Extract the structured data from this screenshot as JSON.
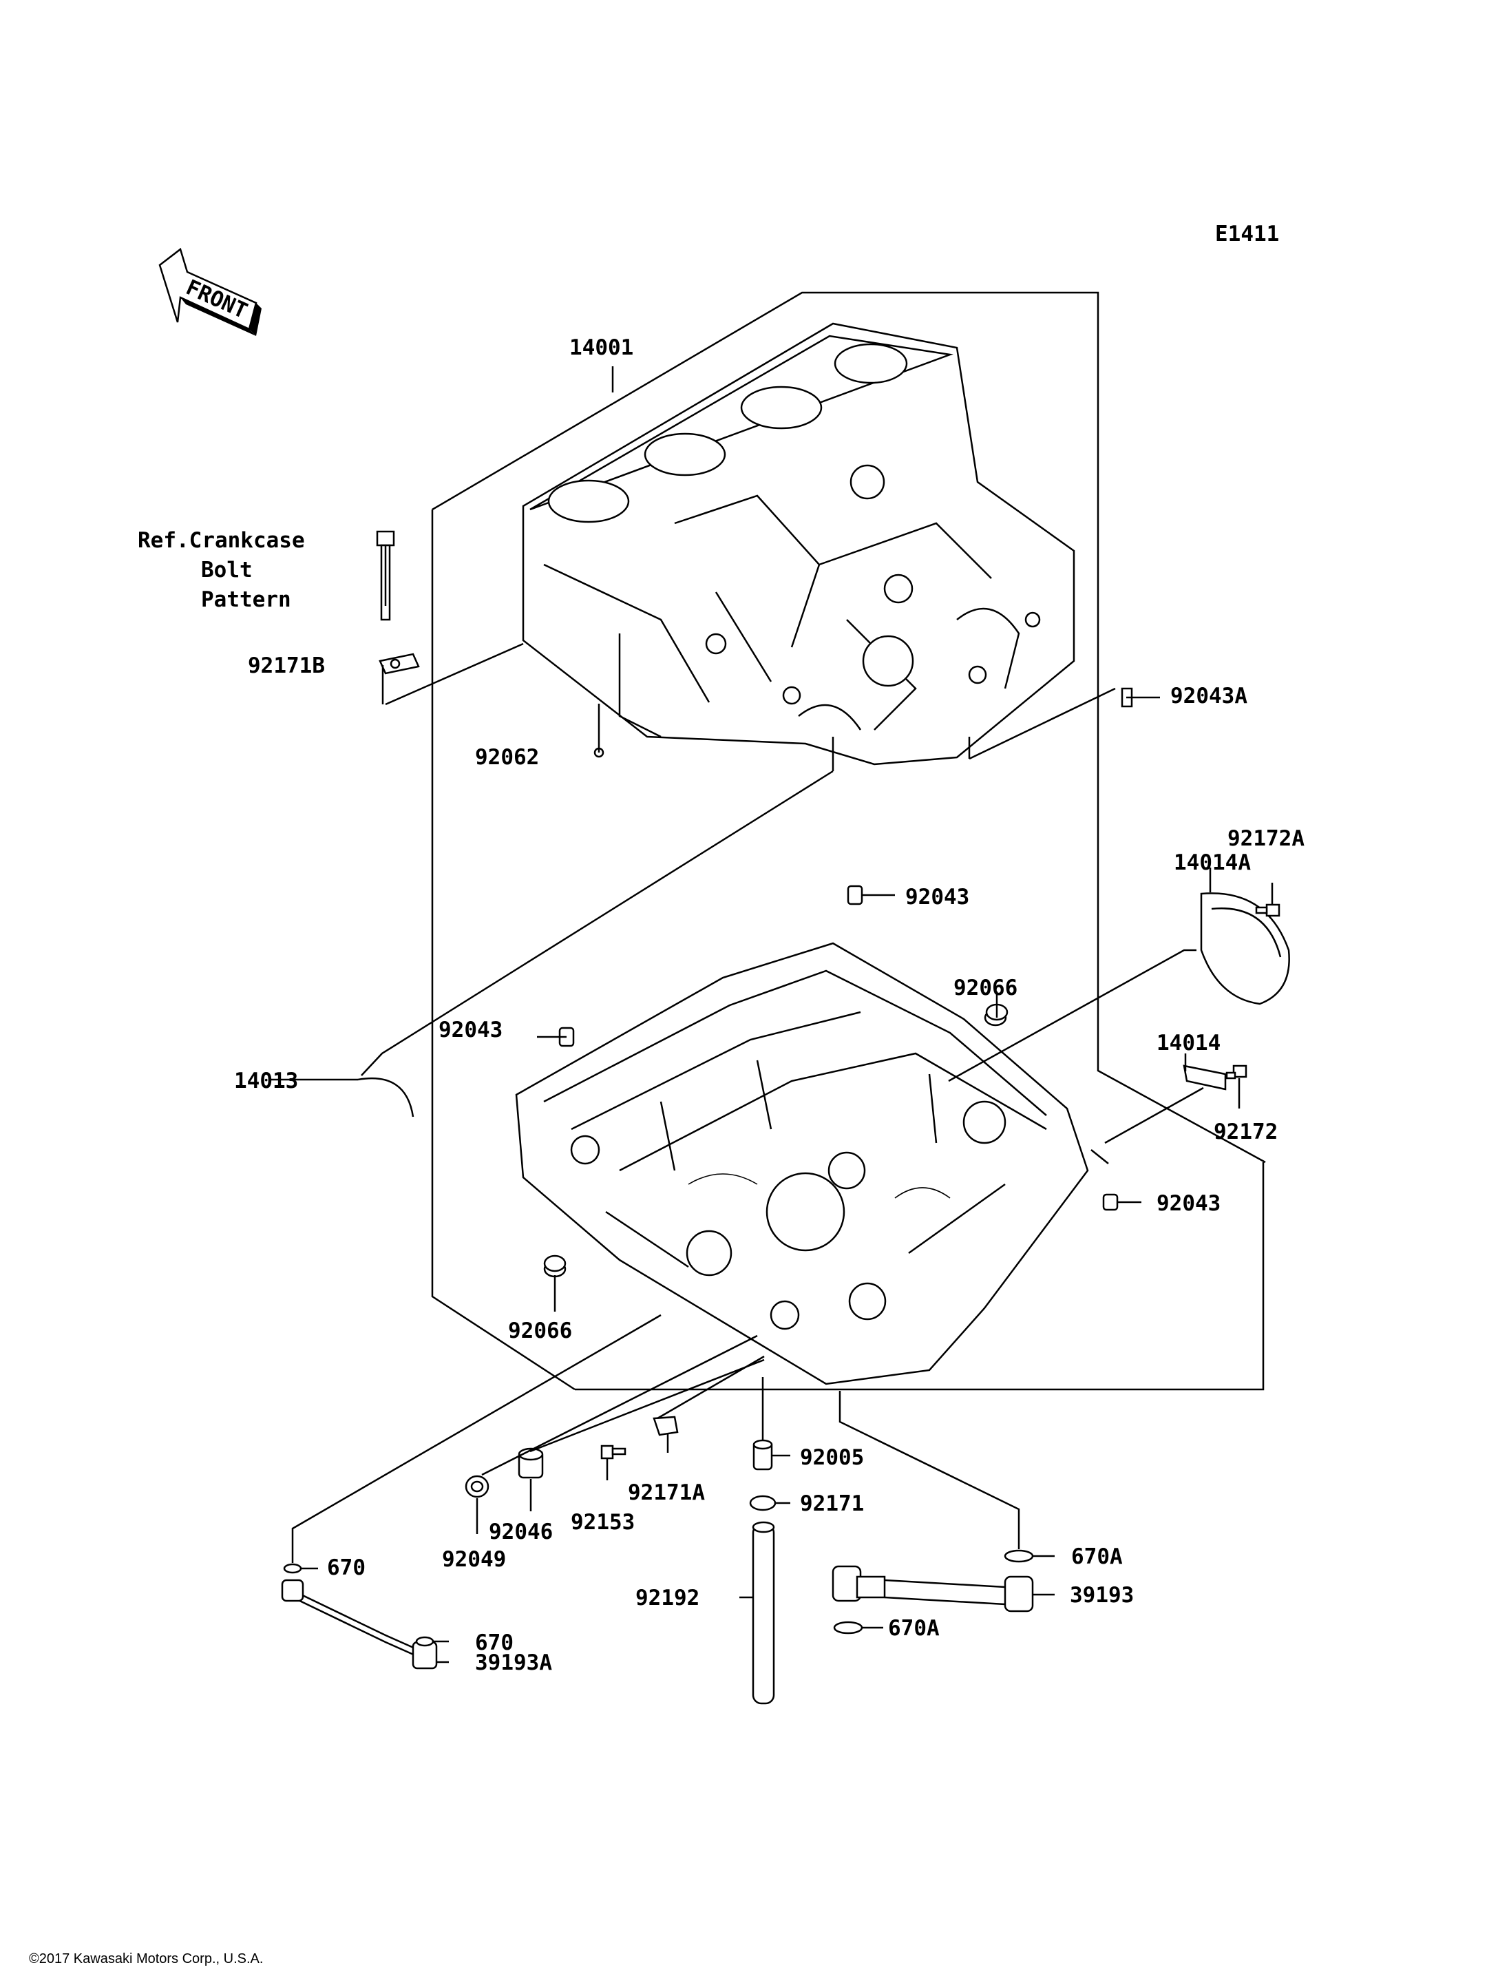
{
  "diagram_code": "E1411",
  "front_label": "FRONT",
  "copyright": "©2017 Kawasaki Motors Corp., U.S.A.",
  "ref_note": [
    "Ref.Crankcase",
    "Bolt",
    "Pattern"
  ],
  "parts": {
    "p14001": "14001",
    "p92171B": "92171B",
    "p92062": "92062",
    "p92043A": "92043A",
    "p92172A": "92172A",
    "p14014A": "14014A",
    "p92043_top": "92043",
    "p92066_top": "92066",
    "p92043_left": "92043",
    "p14013": "14013",
    "p14014": "14014",
    "p92172": "92172",
    "p92043_right": "92043",
    "p92066_bottom": "92066",
    "p92005": "92005",
    "p92046": "92046",
    "p92153": "92153",
    "p92171A": "92171A",
    "p92171": "92171",
    "p92049": "92049",
    "p670A_a": "670A",
    "p670_a": "670",
    "p92192": "92192",
    "p39193": "39193",
    "p670_b": "670",
    "p670A_b": "670A",
    "p39193A": "39193A"
  }
}
